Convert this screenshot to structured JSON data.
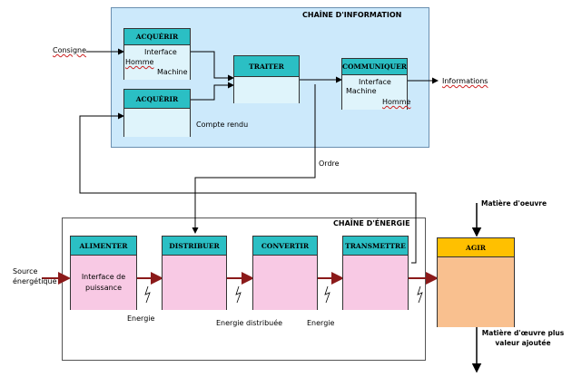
{
  "info_chain": {
    "title": "CHAÎNE D'INFORMATION",
    "acquerir1": {
      "header": "ACQUÉRIR",
      "line1": "Interface",
      "line2": "Homme",
      "line3": "Machine"
    },
    "acquerir2": {
      "header": "ACQUÉRIR"
    },
    "traiter": {
      "header": "TRAITER"
    },
    "communiquer": {
      "header": "COMMUNIQUER",
      "line1": "Interface",
      "line2": "Machine",
      "line3": "Homme"
    }
  },
  "energy_chain": {
    "title": "CHAÎNE D'ÉNERGIE",
    "alimenter": {
      "header": "ALIMENTER",
      "body": "Interface de puissance"
    },
    "distribuer": {
      "header": "DISTRIBUER"
    },
    "convertir": {
      "header": "CONVERTIR"
    },
    "transmettre": {
      "header": "TRANSMETTRE"
    }
  },
  "agir": {
    "header": "AGIR"
  },
  "labels": {
    "consigne": "Consigne",
    "informations": "Informations",
    "compte_rendu": "Compte rendu",
    "ordre": "Ordre",
    "source": "Source énergétique",
    "energie1": "Energie",
    "energie_distribuee": "Energie distribuée",
    "energie2": "Energie",
    "matiere_oeuvre": "Matière d'oeuvre",
    "matiere_out": "Matière d'œuvre plus valeur ajoutée"
  },
  "colors": {
    "info_panel": "#cce9fb",
    "block_header": "#2bbfc4",
    "info_body": "#dff4fb",
    "energy_body": "#f8c9e4",
    "agir_header": "#ffc000",
    "agir_body": "#f9c08f",
    "energy_arrow": "#8b1a1a"
  }
}
